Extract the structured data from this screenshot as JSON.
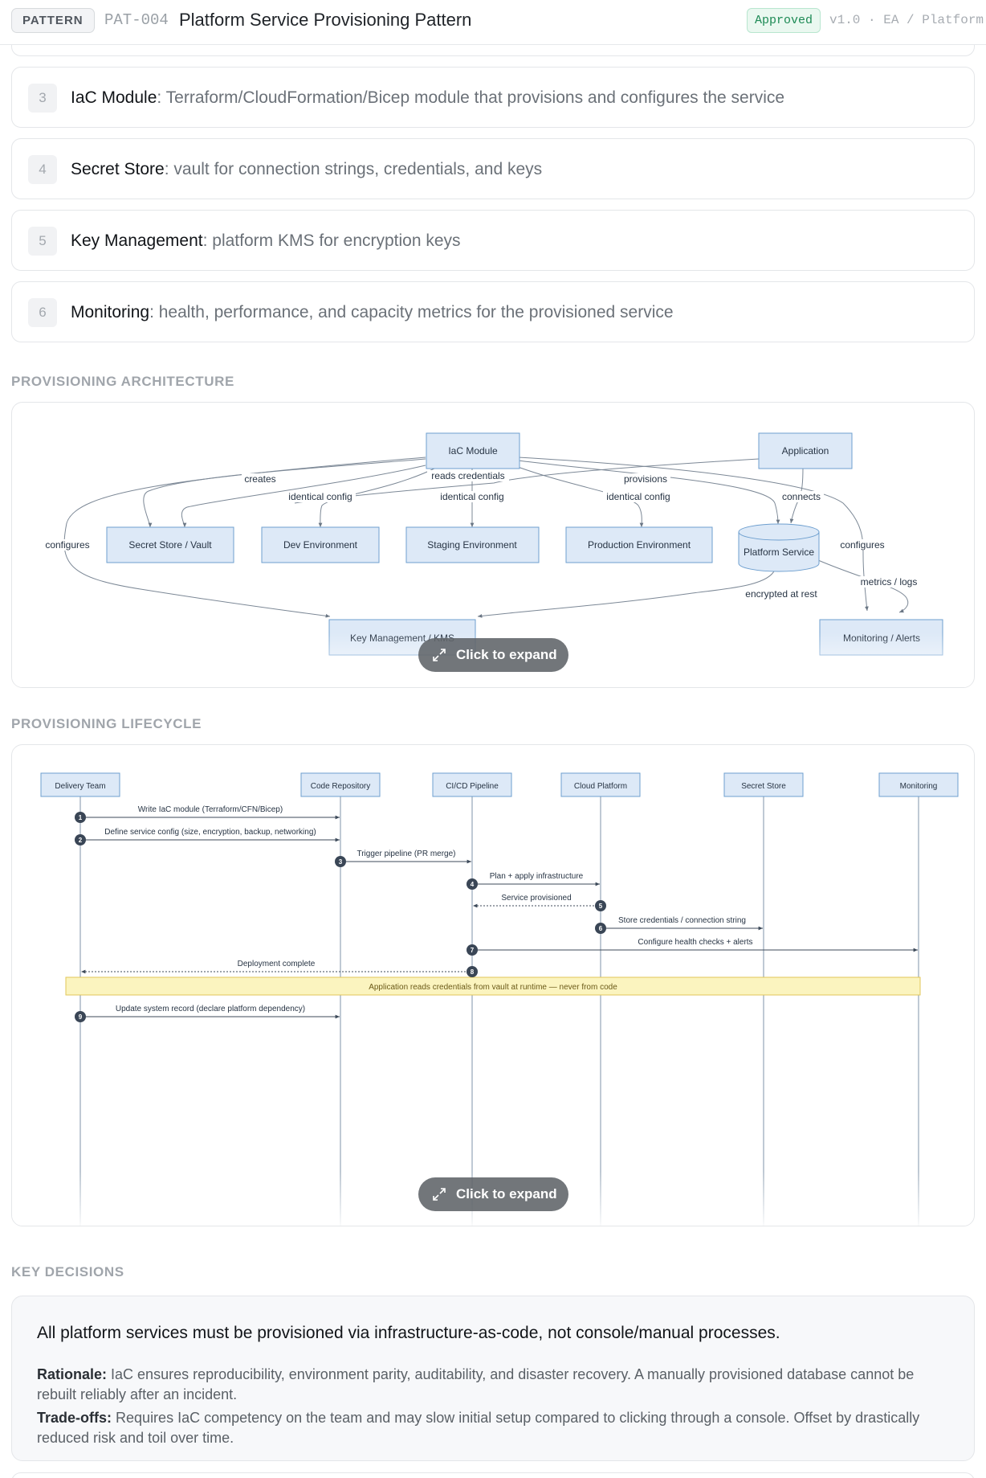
{
  "header": {
    "tag": "PATTERN",
    "id": "PAT-004",
    "title": "Platform Service Provisioning Pattern",
    "status": "Approved",
    "meta": "v1.0 · EA / Platform"
  },
  "components": [
    {
      "num": "3",
      "name": "IaC Module",
      "desc": ": Terraform/CloudFormation/Bicep module that provisions and configures the service"
    },
    {
      "num": "4",
      "name": "Secret Store",
      "desc": ": vault for connection strings, credentials, and keys"
    },
    {
      "num": "5",
      "name": "Key Management",
      "desc": ": platform KMS for encryption keys"
    },
    {
      "num": "6",
      "name": "Monitoring",
      "desc": ": health, performance, and capacity metrics for the provisioned service"
    }
  ],
  "architecture": {
    "section": "PROVISIONING ARCHITECTURE",
    "expand": "Click to expand",
    "nodes": {
      "iac": "IaC Module",
      "app": "Application",
      "vault": "Secret Store / Vault",
      "dev": "Dev Environment",
      "staging": "Staging Environment",
      "prod": "Production Environment",
      "platform": "Platform Service",
      "kms": "Key Management / KMS",
      "monitoring": "Monitoring / Alerts"
    },
    "edges": {
      "creates": "creates",
      "reads": "reads credentials",
      "provisions": "provisions",
      "connects": "connects",
      "identical": "identical config",
      "configures": "configures",
      "metrics": "metrics / logs",
      "encrypted": "encrypted at rest"
    }
  },
  "lifecycle": {
    "section": "PROVISIONING LIFECYCLE",
    "expand": "Click to expand",
    "participants": [
      "Delivery Team",
      "Code Repository",
      "CI/CD Pipeline",
      "Cloud Platform",
      "Secret Store",
      "Monitoring"
    ],
    "messages": [
      {
        "n": "1",
        "text": "Write IaC module (Terraform/CFN/Bicep)"
      },
      {
        "n": "2",
        "text": "Define service config (size, encryption, backup, networking)"
      },
      {
        "n": "3",
        "text": "Trigger pipeline (PR merge)"
      },
      {
        "n": "4",
        "text": "Plan + apply infrastructure"
      },
      {
        "n": "5",
        "text": "Service provisioned"
      },
      {
        "n": "6",
        "text": "Store credentials / connection string"
      },
      {
        "n": "7",
        "text": "Configure health checks + alerts"
      },
      {
        "n": "8",
        "text": "Deployment complete"
      },
      {
        "n": "9",
        "text": "Update system record (declare platform dependency)"
      }
    ],
    "note": "Application reads credentials from vault at runtime — never from code"
  },
  "decisions": {
    "section": "KEY DECISIONS",
    "question": "All platform services must be provisioned via infrastructure-as-code, not console/manual processes.",
    "rationale_label": "Rationale:",
    "rationale": "IaC ensures reproducibility, environment parity, auditability, and disaster recovery. A manually provisioned database cannot be rebuilt reliably after an incident.",
    "tradeoffs_label": "Trade-offs:",
    "tradeoffs": "Requires IaC competency on the team and may slow initial setup compared to clicking through a console. Offset by drastically reduced risk and toil over time."
  },
  "colors": {
    "node_fill": "#dde9f7",
    "node_stroke": "#6e9fcf",
    "note_fill": "#fbf4bf",
    "note_stroke": "#e0c65a",
    "status_green": "#1d8a55",
    "lifeline": "#7f93a8"
  }
}
